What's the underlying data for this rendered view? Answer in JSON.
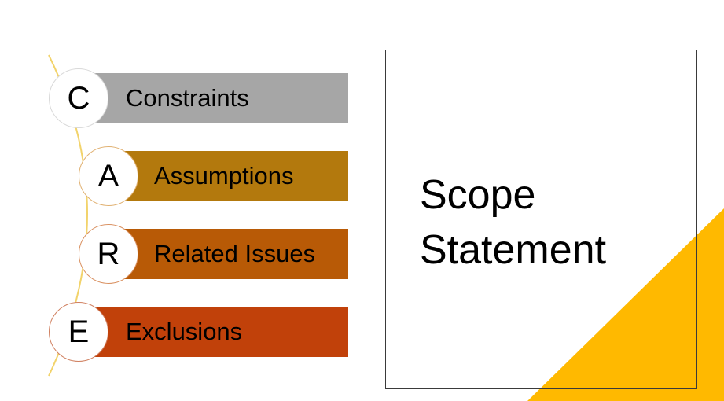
{
  "care_items": [
    {
      "letter": "C",
      "label": "Constraints"
    },
    {
      "letter": "A",
      "label": "Assumptions"
    },
    {
      "letter": "R",
      "label": "Related Issues"
    },
    {
      "letter": "E",
      "label": "Exclusions"
    }
  ],
  "scope": {
    "line1": "Scope",
    "line2": "Statement"
  },
  "colors": {
    "constraints_bar": "#a6a6a6",
    "assumptions_bar": "#b3790d",
    "related_issues_bar": "#b85a06",
    "exclusions_bar": "#c1410a",
    "accent": "#ffb900",
    "connector": "#f2d36b"
  }
}
